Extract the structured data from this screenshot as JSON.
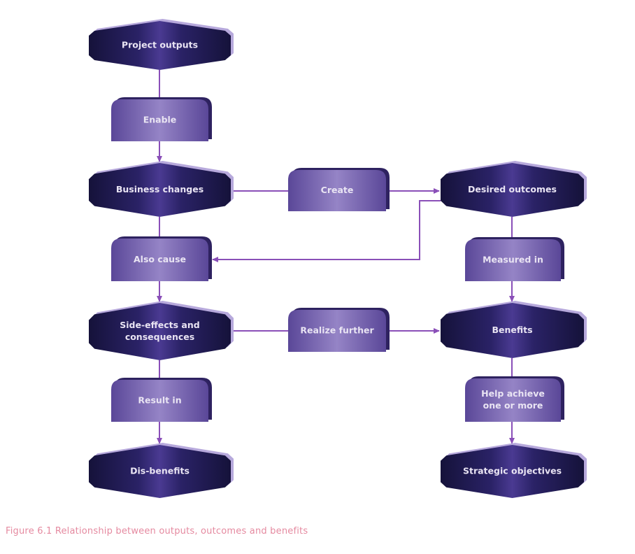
{
  "figure": {
    "caption": "Figure 6.1  Relationship between outputs, outcomes and benefits"
  },
  "colors": {
    "hexagon_dark": "#15123a",
    "hexagon_mid": "#3f2f82",
    "box_fill": "#6a56a8",
    "box_light": "#9a88c8",
    "connector": "#8a4fb8",
    "caption": "#e58aa0",
    "label": "#e9e4f3"
  },
  "nodes": {
    "project_outputs": {
      "type": "hexagon",
      "lines": [
        "Project outputs"
      ]
    },
    "enable": {
      "type": "box",
      "lines": [
        "Enable"
      ]
    },
    "business_changes": {
      "type": "hexagon",
      "lines": [
        "Business changes"
      ]
    },
    "create": {
      "type": "box",
      "lines": [
        "Create"
      ]
    },
    "desired_outcomes": {
      "type": "hexagon",
      "lines": [
        "Desired outcomes"
      ]
    },
    "also_cause": {
      "type": "box",
      "lines": [
        "Also cause"
      ]
    },
    "measured_in": {
      "type": "box",
      "lines": [
        "Measured in"
      ]
    },
    "side_effects": {
      "type": "hexagon",
      "lines": [
        "Side-effects and",
        "consequences"
      ]
    },
    "realize_further": {
      "type": "box",
      "lines": [
        "Realize further"
      ]
    },
    "benefits": {
      "type": "hexagon",
      "lines": [
        "Benefits"
      ]
    },
    "result_in": {
      "type": "box",
      "lines": [
        "Result in"
      ]
    },
    "help_achieve": {
      "type": "box",
      "lines": [
        "Help achieve",
        "one or more"
      ]
    },
    "dis_benefits": {
      "type": "hexagon",
      "lines": [
        "Dis-benefits"
      ]
    },
    "strategic_objectives": {
      "type": "hexagon",
      "lines": [
        "Strategic objectives"
      ]
    }
  },
  "edges": [
    {
      "from": "project_outputs",
      "to": "enable",
      "arrow": false
    },
    {
      "from": "enable",
      "to": "business_changes",
      "arrow": true
    },
    {
      "from": "business_changes",
      "to": "create",
      "arrow": false
    },
    {
      "from": "create",
      "to": "desired_outcomes",
      "arrow": true
    },
    {
      "from": "desired_outcomes",
      "to": "also_cause",
      "arrow": true
    },
    {
      "from": "business_changes",
      "to": "also_cause",
      "arrow": false
    },
    {
      "from": "also_cause",
      "to": "side_effects",
      "arrow": true
    },
    {
      "from": "desired_outcomes",
      "to": "measured_in",
      "arrow": false
    },
    {
      "from": "measured_in",
      "to": "benefits",
      "arrow": true
    },
    {
      "from": "side_effects",
      "to": "realize_further",
      "arrow": false
    },
    {
      "from": "realize_further",
      "to": "benefits",
      "arrow": true
    },
    {
      "from": "side_effects",
      "to": "result_in",
      "arrow": false
    },
    {
      "from": "result_in",
      "to": "dis_benefits",
      "arrow": true
    },
    {
      "from": "benefits",
      "to": "help_achieve",
      "arrow": false
    },
    {
      "from": "help_achieve",
      "to": "strategic_objectives",
      "arrow": true
    }
  ]
}
